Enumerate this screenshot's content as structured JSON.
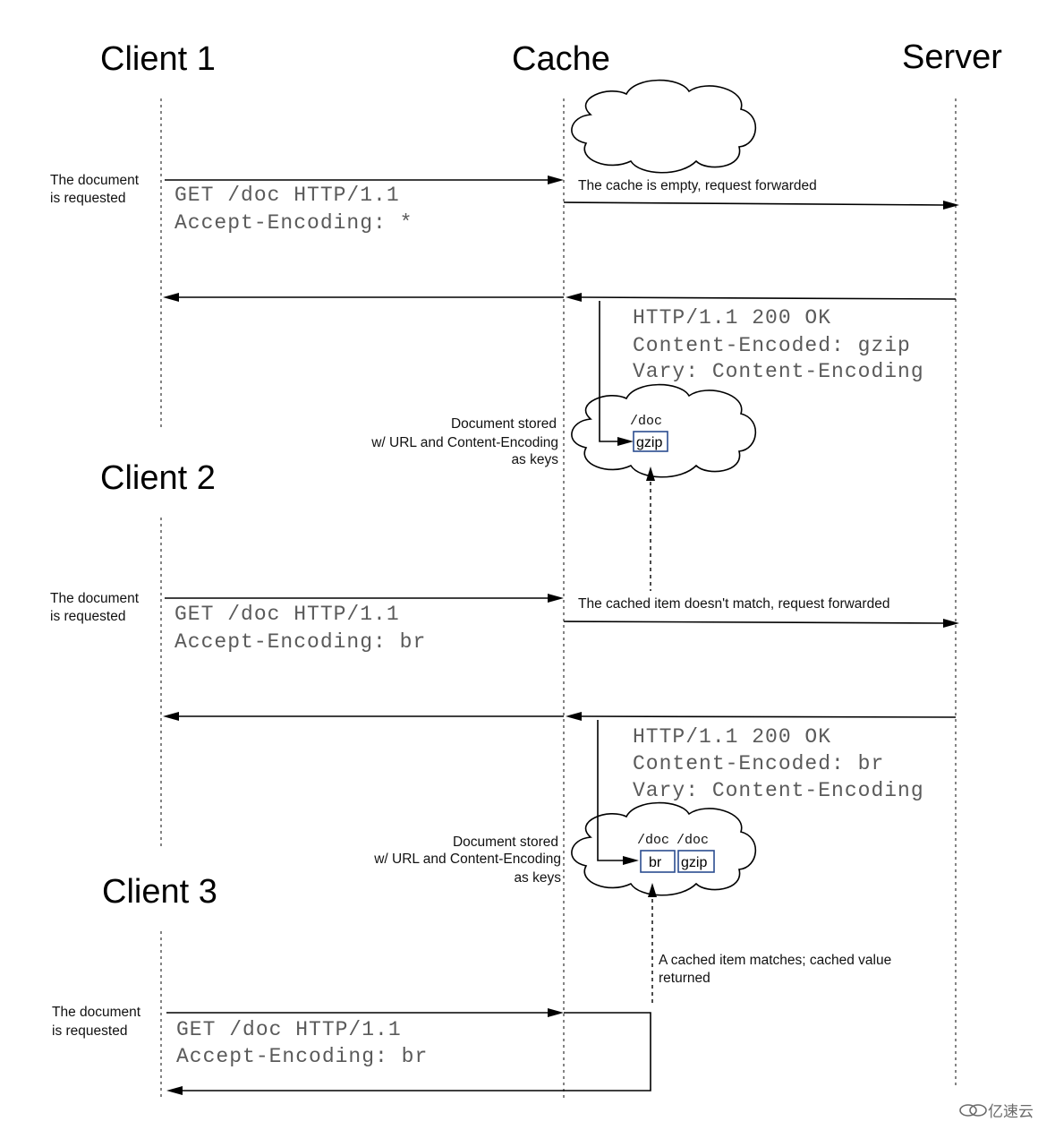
{
  "participants": {
    "client1": "Client 1",
    "client2": "Client 2",
    "client3": "Client 3",
    "cache": "Cache",
    "server": "Server"
  },
  "exchange1": {
    "note_line1": "The document",
    "note_line2": "is requested",
    "request_line1": "GET /doc HTTP/1.1",
    "request_line2": "Accept-Encoding: *",
    "cache_note": "The cache is empty, request forwarded",
    "response_line1": "HTTP/1.1 200 OK",
    "response_line2": "Content-Encoded: gzip",
    "response_line3": "Vary: Content-Encoding",
    "stored_line1": "Document stored",
    "stored_line2": "w/ URL and Content-Encoding",
    "stored_line3": "as keys",
    "cloud_path": "/doc",
    "cloud_key": "gzip"
  },
  "exchange2": {
    "note_line1": "The document",
    "note_line2": "is requested",
    "request_line1": "GET /doc HTTP/1.1",
    "request_line2": "Accept-Encoding: br",
    "cache_note": "The cached item doesn't match, request forwarded",
    "response_line1": "HTTP/1.1 200 OK",
    "response_line2": "Content-Encoded: br",
    "response_line3": "Vary: Content-Encoding",
    "stored_line1": "Document stored",
    "stored_line2": "w/ URL and Content-Encoding",
    "stored_line3": "as keys",
    "cloud_path1": "/doc",
    "cloud_path2": "/doc",
    "cloud_key1": "br",
    "cloud_key2": "gzip"
  },
  "exchange3": {
    "note_line1": "The document",
    "note_line2": "is requested",
    "request_line1": "GET /doc HTTP/1.1",
    "request_line2": "Accept-Encoding: br",
    "match_line1": "A cached item matches; cached value",
    "match_line2": "returned"
  },
  "watermark": {
    "text": "亿速云",
    "icon": "cloud-logo-icon"
  }
}
